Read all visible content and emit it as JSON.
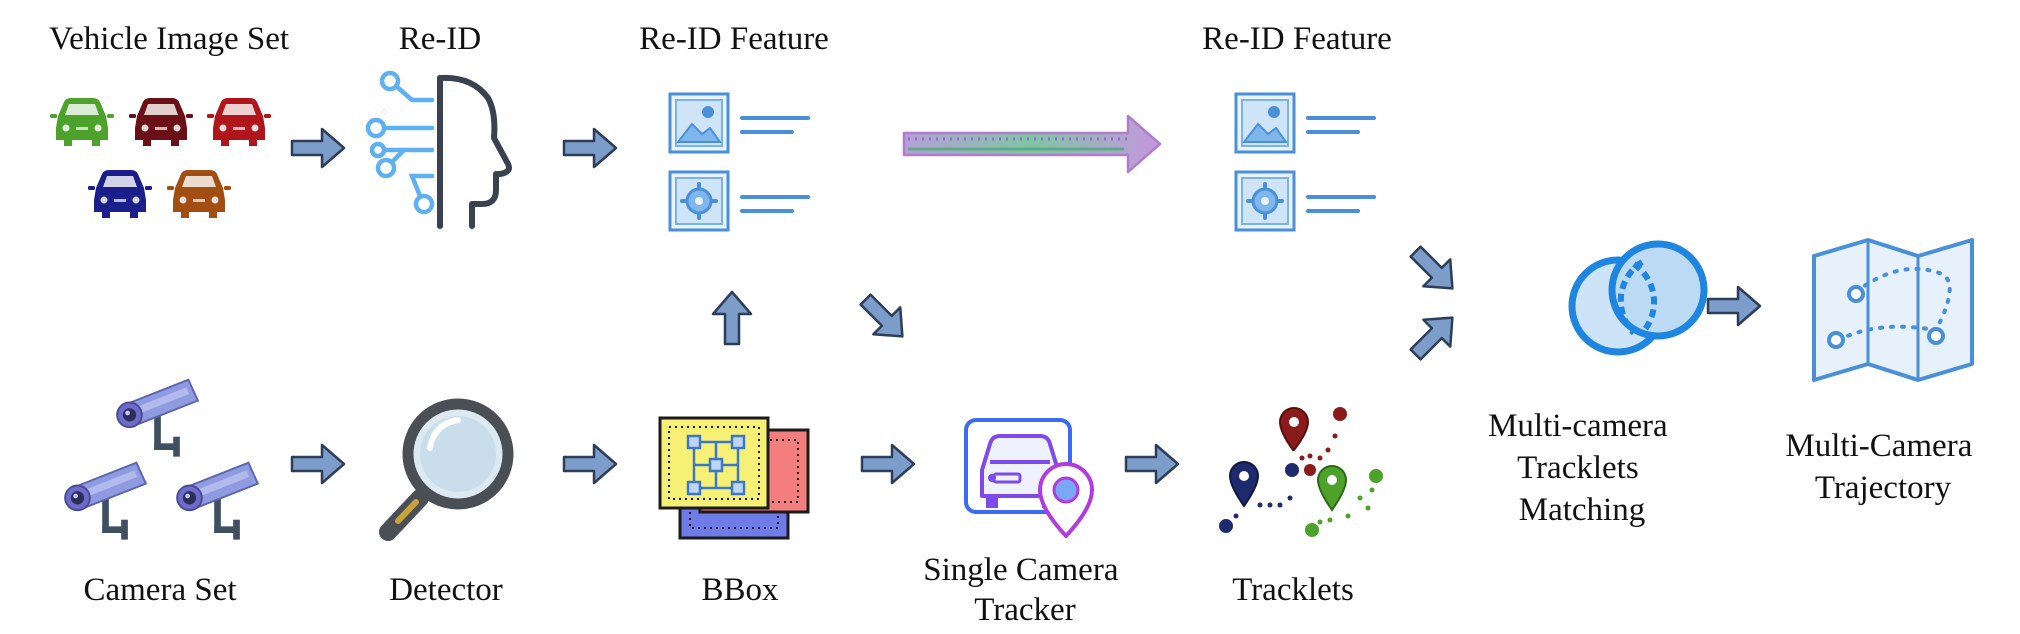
{
  "labels": {
    "vehicle_image_set": "Vehicle Image Set",
    "reid": "Re-ID",
    "reid_feature_1": "Re-ID Feature",
    "reid_feature_2": "Re-ID Feature",
    "camera_set": "Camera Set",
    "detector": "Detector",
    "bbox": "BBox",
    "single_camera_tracker": [
      "Single Camera",
      "Tracker"
    ],
    "tracklets": "Tracklets",
    "multi_camera_matching": [
      "Multi-camera",
      "Tracklets",
      "Matching"
    ],
    "multi_camera_trajectory": [
      "Multi-Camera",
      "Trajectory"
    ]
  },
  "icons": {
    "cars": [
      {
        "name": "green-car-icon",
        "color": "#4CA22A"
      },
      {
        "name": "maroon-car-icon",
        "color": "#6B1016"
      },
      {
        "name": "red-car-icon",
        "color": "#B0151B"
      },
      {
        "name": "navy-car-icon",
        "color": "#1B1F8C"
      },
      {
        "name": "brown-car-icon",
        "color": "#A24E12"
      }
    ],
    "reid_head": "reid-head-icon",
    "feature_cards": "feature-card-icon",
    "cameras": "security-camera-icon",
    "magnifier": "magnifier-icon",
    "bbox_stack": "bbox-stack-icon",
    "tracker": "car-location-icon",
    "tracklets_pins": "map-pins-icon",
    "matching": "overlap-circles-icon",
    "trajectory_map": "trajectory-map-icon"
  },
  "colors": {
    "arrow_fill": "#7C9CC9",
    "arrow_stroke": "#2D3E5A",
    "icon_blue": "#4A90D9",
    "light_blue": "#C9E2F7",
    "tracker_blue": "#3A6BF2",
    "tracker_purple": "#B13BE0"
  }
}
